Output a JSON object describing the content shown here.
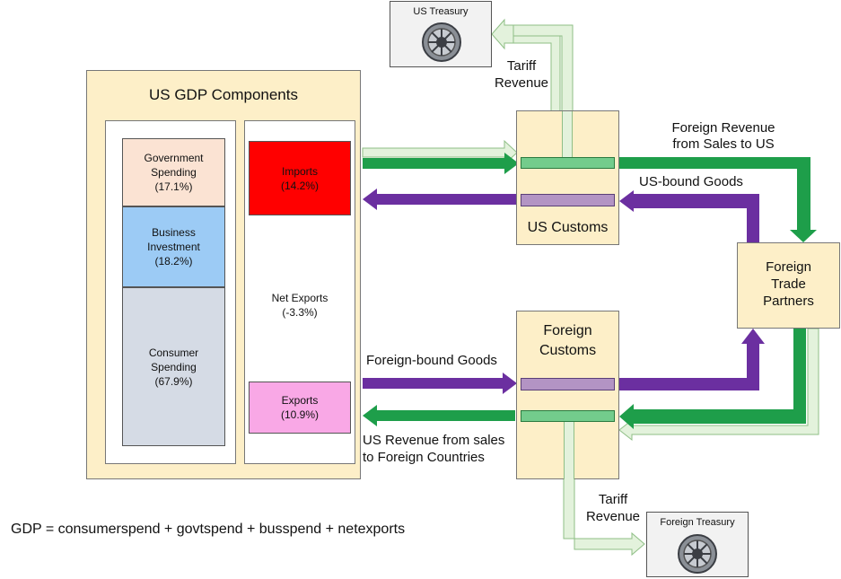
{
  "gdp_panel": {
    "title": "US GDP Components",
    "government": {
      "name": "Government Spending",
      "line1": "Government",
      "line2": "Spending",
      "pct": "(17.1%)"
    },
    "business": {
      "name": "Business Investment",
      "line1": "Business",
      "line2": "Investment",
      "pct": "(18.2%)"
    },
    "consumer": {
      "name": "Consumer Spending",
      "line1": "Consumer",
      "line2": "Spending",
      "pct": "(67.9%)"
    },
    "imports": {
      "name": "Imports",
      "pct": "(14.2%)"
    },
    "net_exports": {
      "name": "Net Exports",
      "pct": "(-3.3%)"
    },
    "exports": {
      "name": "Exports",
      "pct": "(10.9%)"
    }
  },
  "nodes": {
    "us_treasury": "US Treasury",
    "foreign_treasury": "Foreign Treasury",
    "us_customs": "US Customs",
    "foreign_customs_line1": "Foreign",
    "foreign_customs_line2": "Customs",
    "trade_partners_line1": "Foreign",
    "trade_partners_line2": "Trade",
    "trade_partners_line3": "Partners"
  },
  "flow_labels": {
    "tariff_top_line1": "Tariff",
    "tariff_top_line2": "Revenue",
    "foreign_revenue_line1": "Foreign Revenue",
    "foreign_revenue_line2": "from Sales to US",
    "us_bound": "US-bound Goods",
    "foreign_bound": "Foreign-bound Goods",
    "us_revenue_line1": "US Revenue from sales",
    "us_revenue_line2": "to Foreign Countries",
    "tariff_bottom_line1": "Tariff",
    "tariff_bottom_line2": "Revenue"
  },
  "formula": "GDP = consumerspend + govtspend + busspend + netexports",
  "colors": {
    "money_green": "#1e9e4a",
    "money_light": "#e3f2dc",
    "goods_purple": "#6b2fa0",
    "goods_purple_light": "#b394c4",
    "panel_bg": "#fdefc8",
    "government": "#fbe3d3",
    "business": "#9ccbf5",
    "consumer": "#d5dbe5",
    "imports": "#ff0000",
    "exports": "#f9a8e6"
  }
}
